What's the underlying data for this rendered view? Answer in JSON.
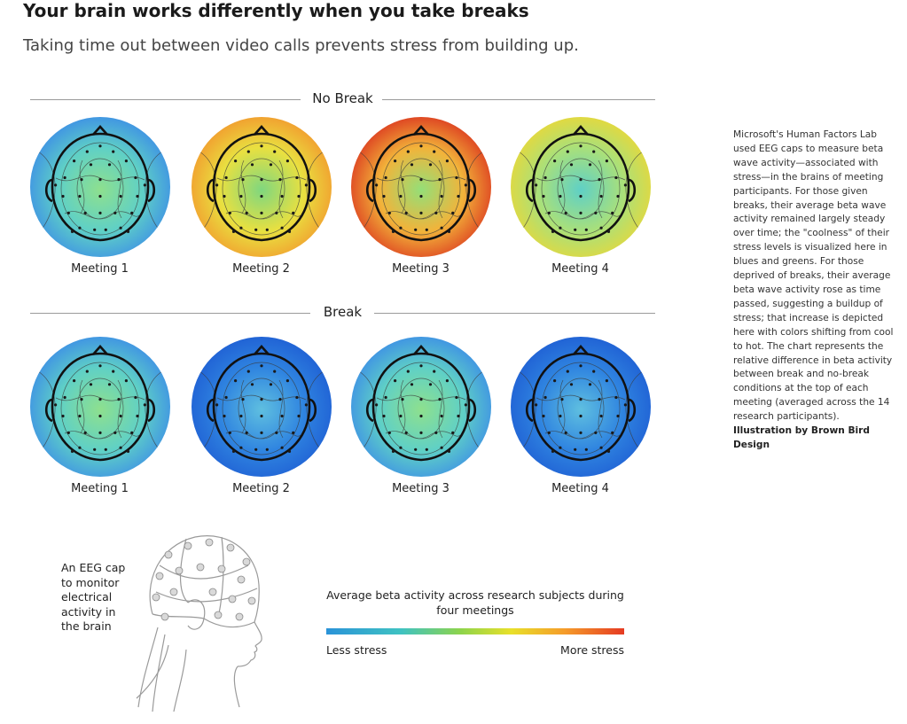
{
  "header": {
    "title": "Your brain works differently when you take breaks",
    "subtitle": "Taking time out between video calls prevents stress from building up."
  },
  "sections": [
    {
      "label": "No Break",
      "maps": [
        {
          "caption": "Meeting 1",
          "stress": "low"
        },
        {
          "caption": "Meeting 2",
          "stress": "medium"
        },
        {
          "caption": "Meeting 3",
          "stress": "high"
        },
        {
          "caption": "Meeting 4",
          "stress": "medium-low"
        }
      ]
    },
    {
      "label": "Break",
      "maps": [
        {
          "caption": "Meeting 1",
          "stress": "low"
        },
        {
          "caption": "Meeting 2",
          "stress": "very-low"
        },
        {
          "caption": "Meeting 3",
          "stress": "low"
        },
        {
          "caption": "Meeting 4",
          "stress": "very-low"
        }
      ]
    }
  ],
  "sidebar": {
    "body": "Microsoft's Human Factors Lab used EEG caps to measure beta wave activity—associated with stress—in the brains of meeting participants. For those given breaks, their average beta wave activity remained largely steady over time; the \"coolness\" of their stress levels is visualized here in blues and greens. For those deprived of breaks, their average beta wave activity rose as time passed, suggesting a buildup of stress; that increase is depicted here with colors shifting from cool to hot. The chart represents the relative difference in beta activity between break and no-break conditions at the top of each meeting (averaged across the 14 research participants).",
    "credit": "Illustration by Brown Bird Design"
  },
  "illustration": {
    "label": "An EEG cap to monitor electrical activity in the brain",
    "icon": "eeg-cap-head-icon"
  },
  "legend": {
    "title": "Average beta activity across research subjects during four meetings",
    "low_label": "Less stress",
    "high_label": "More stress",
    "colors": [
      "#2a93d8",
      "#3fc2c2",
      "#8dd44c",
      "#e8e02a",
      "#f59c2a",
      "#e53a22"
    ]
  }
}
